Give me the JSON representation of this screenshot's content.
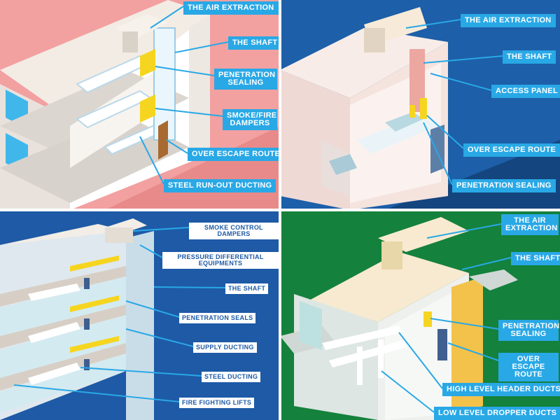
{
  "panels": {
    "top_left": {
      "background": "#f2a0a0",
      "labels": [
        "THE AIR EXTRACTION",
        "THE SHAFT",
        "PENETRATION SEALING",
        "SMOKE/FIRE DAMPERS",
        "OVER ESCAPE ROUTE",
        "STEEL RUN-OUT DUCTING"
      ]
    },
    "top_right": {
      "background": "#1d5fa8",
      "labels": [
        "THE AIR EXTRACTION",
        "THE SHAFT",
        "ACCESS PANEL",
        "OVER ESCAPE ROUTE",
        "PENETRATION SEALING"
      ]
    },
    "bottom_left": {
      "background": "#1e5aa6",
      "labels": [
        "SMOKE CONTROL DAMPERS",
        "PRESSURE DIFFERENTIAL EQUIPMENTS",
        "THE SHAFT",
        "PENETRATION SEALS",
        "SUPPLY DUCTING",
        "STEEL DUCTING",
        "FIRE FIGHTING LIFTS"
      ]
    },
    "bottom_right": {
      "background": "#14813c",
      "labels": [
        "THE AIR EXTRACTION",
        "THE SHAFT",
        "PENETRATION SEALING",
        "OVER ESCAPE ROUTE",
        "HIGH LEVEL HEADER DUCTS",
        "LOW LEVEL DROPPER DUCTS"
      ]
    }
  }
}
